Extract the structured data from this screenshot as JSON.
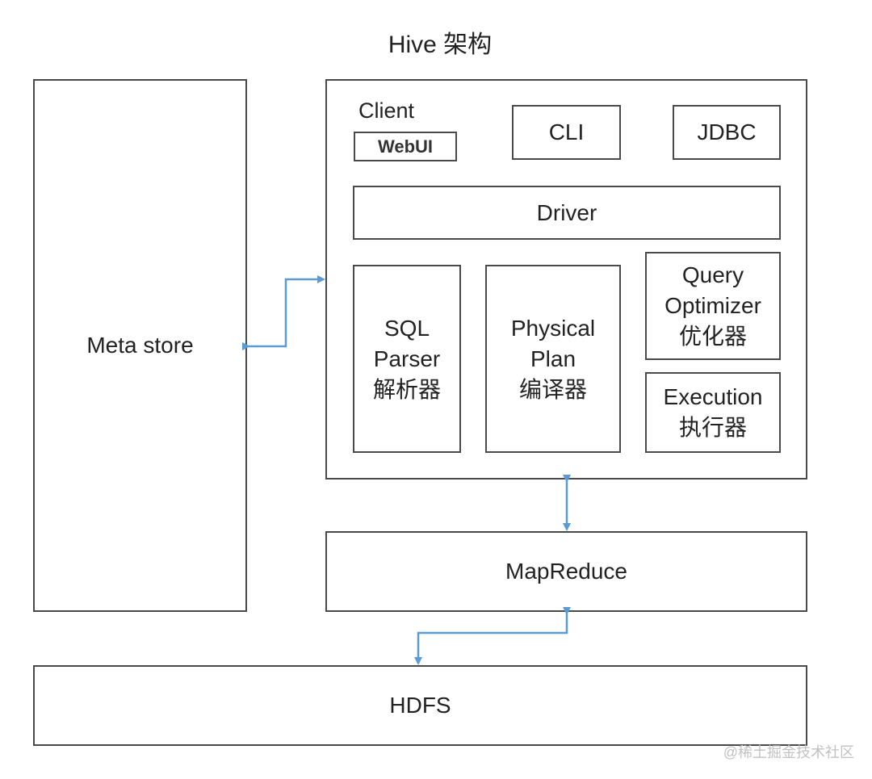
{
  "diagram": {
    "title": "Hive 架构",
    "metastore": "Meta store",
    "client": {
      "label": "Client",
      "webui": "WebUI",
      "cli": "CLI",
      "jdbc": "JDBC"
    },
    "driver": "Driver",
    "sql_parser": {
      "line1": "SQL",
      "line2": "Parser",
      "line3": "解析器"
    },
    "physical_plan": {
      "line1": "Physical",
      "line2": "Plan",
      "line3": "编译器"
    },
    "query_optimizer": {
      "line1": "Query",
      "line2": "Optimizer",
      "line3": "优化器"
    },
    "execution": {
      "line1": "Execution",
      "line2": "执行器"
    },
    "mapreduce": "MapReduce",
    "hdfs": "HDFS",
    "watermark": "@稀土掘金技术社区",
    "arrow_color": "#5b9bd5"
  }
}
